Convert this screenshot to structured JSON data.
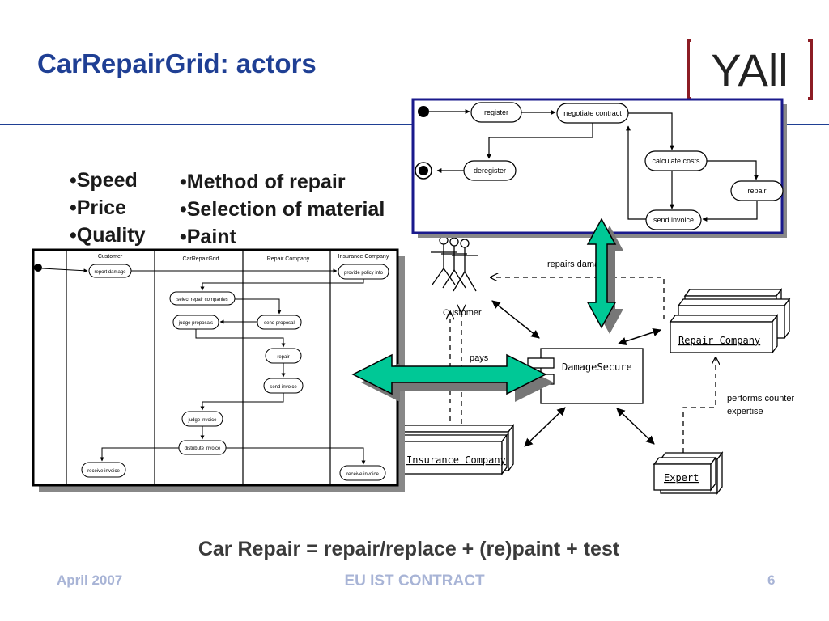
{
  "slide": {
    "title": "CarRepairGrid: actors",
    "bullets_left": [
      "•Speed",
      "•Price",
      "•Quality"
    ],
    "bullets_right": [
      "•Method of repair",
      "•Selection of material",
      "•Paint"
    ],
    "caption": "Car Repair = repair/replace + (re)paint + test",
    "footer_date": "April 2007",
    "footer_center": "EU IST CONTRACT",
    "page_number": "6"
  },
  "logo": {
    "text": "YAll",
    "color": "#8c1c24"
  },
  "state_diagram": {
    "states": {
      "register": "register",
      "negotiate": "negotiate contract",
      "calculate": "calculate costs",
      "deregister": "deregister",
      "repair": "repair",
      "send_invoice": "send invoice"
    }
  },
  "activity_diagram": {
    "lanes": [
      "Customer",
      "CarRepairGrid",
      "Repair Company",
      "Insurance Company"
    ],
    "activities": {
      "report_damage": "report damage",
      "provide_policy": "provide policy info",
      "select_repair": "select repair companies",
      "judge_proposals": "judge proposals",
      "send_proposal": "send proposal",
      "repair": "repair",
      "send_invoice": "send invoice",
      "judge_invoice": "judge invoice",
      "distribute_invoice": "distribute invoice",
      "receive_invoice_customer": "receive invoice",
      "receive_invoice_insurance": "receive invoice"
    }
  },
  "component_diagram": {
    "actor": "Customer",
    "damage_secure": "DamageSecure",
    "repair_company": "Repair Company",
    "insurance_company": "Insurance Company",
    "expert": "Expert",
    "label_repairs": "repairs damage",
    "label_pays": "pays",
    "label_performs": "performs counter expertise"
  },
  "colors": {
    "title": "#1f3f94",
    "arrow_fill": "#00c896",
    "diagram_border": "#1a1a8c"
  }
}
